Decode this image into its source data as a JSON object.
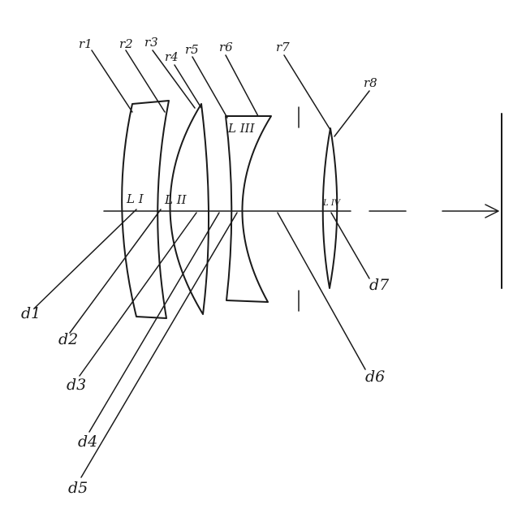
{
  "diagram": {
    "surface_labels": [
      "r1",
      "r2",
      "r3",
      "r4",
      "r5",
      "r6",
      "r7",
      "r8"
    ],
    "spacing_labels": [
      "d1",
      "d2",
      "d3",
      "d4",
      "d5",
      "d6",
      "d7"
    ],
    "lens_labels": [
      "L I",
      "L II",
      "L III",
      "L IV"
    ]
  }
}
